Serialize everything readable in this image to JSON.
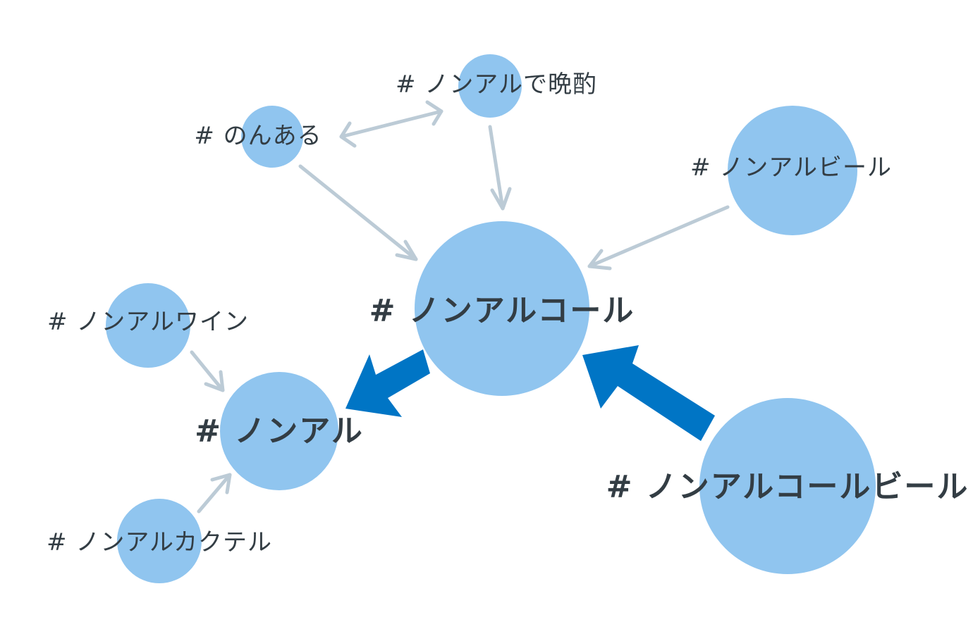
{
  "graph": {
    "colors": {
      "node": "#90c5ef",
      "edge": "#bccbd6",
      "strong_edge": "#0075c5",
      "label": "#333d44"
    },
    "nodes": [
      {
        "id": "nonal-banshaku",
        "label": "# ノンアルで晩酌"
      },
      {
        "id": "nonaru",
        "label": "# のんある"
      },
      {
        "id": "nonal-beer",
        "label": "# ノンアルビール"
      },
      {
        "id": "nonalcohol",
        "label": "# ノンアルコール"
      },
      {
        "id": "nonal-wine",
        "label": "# ノンアルワイン"
      },
      {
        "id": "nonal",
        "label": "# ノンアル"
      },
      {
        "id": "nonalcohol-beer",
        "label": "# ノンアルコールビール"
      },
      {
        "id": "nonal-cocktail",
        "label": "# ノンアルカクテル"
      }
    ],
    "edges": [
      {
        "from": "nonaru",
        "to": "nonal-banshaku",
        "bidirectional": true,
        "strength": "weak"
      },
      {
        "from": "nonal-banshaku",
        "to": "nonalcohol",
        "strength": "weak"
      },
      {
        "from": "nonaru",
        "to": "nonalcohol",
        "strength": "weak"
      },
      {
        "from": "nonal-beer",
        "to": "nonalcohol",
        "strength": "weak"
      },
      {
        "from": "nonalcohol",
        "to": "nonal",
        "strength": "strong"
      },
      {
        "from": "nonalcohol-beer",
        "to": "nonalcohol",
        "strength": "strong"
      },
      {
        "from": "nonal-wine",
        "to": "nonal",
        "strength": "weak"
      },
      {
        "from": "nonal-cocktail",
        "to": "nonal",
        "strength": "weak"
      }
    ]
  }
}
